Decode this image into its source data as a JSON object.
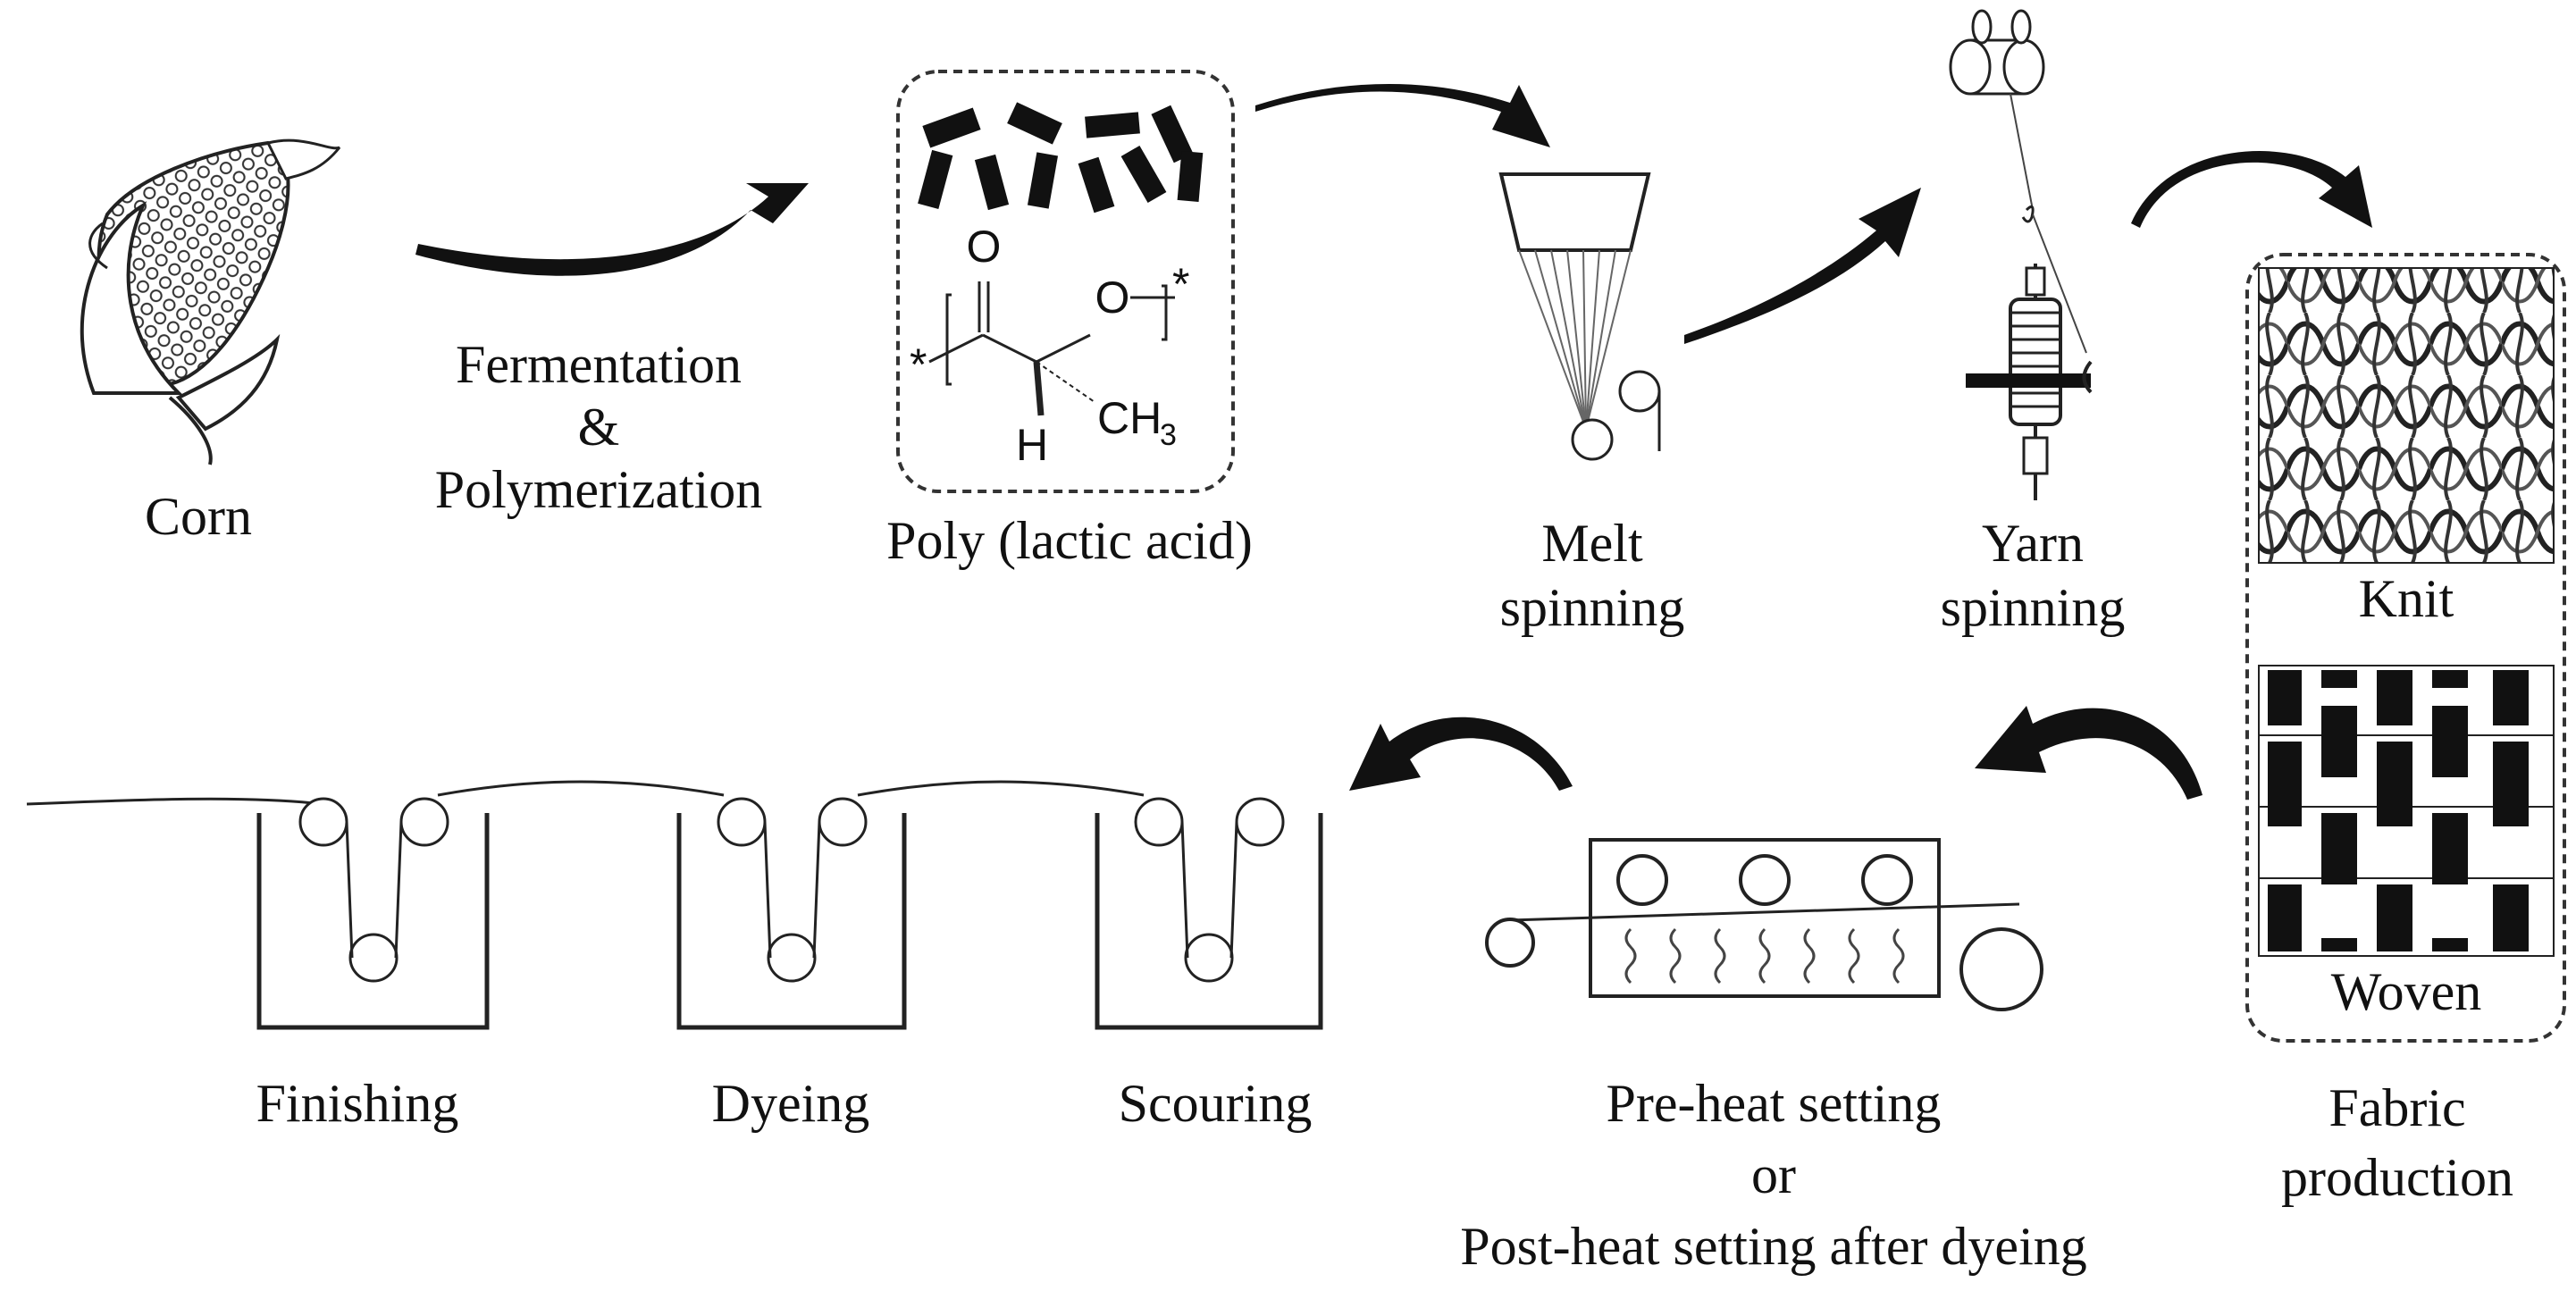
{
  "labels": {
    "corn": "Corn",
    "fermentation_l1": "Fermentation",
    "fermentation_l2": "&",
    "fermentation_l3": "Polymerization",
    "pla": "Poly (lactic acid)",
    "melt_l1": "Melt",
    "melt_l2": "spinning",
    "yarn_l1": "Yarn",
    "yarn_l2": "spinning",
    "knit": "Knit",
    "woven": "Woven",
    "fabric_l1": "Fabric",
    "fabric_l2": "production",
    "heat_l1": "Pre-heat setting",
    "heat_l2": "or",
    "heat_l3": "Post-heat setting after dyeing",
    "scouring": "Scouring",
    "dyeing": "Dyeing",
    "finishing": "Finishing"
  },
  "chemistry": {
    "carbonyl_o": "O",
    "ester_o": "O",
    "hydrogen": "H",
    "methyl_ch": "CH",
    "methyl_sub": "3",
    "star": "*"
  },
  "icons": [
    "corn-icon",
    "pla-granules-icon",
    "spinneret-icon",
    "yarn-spinning-icon",
    "knit-pattern-icon",
    "woven-pattern-icon",
    "heat-setting-icon",
    "bath-icon"
  ]
}
